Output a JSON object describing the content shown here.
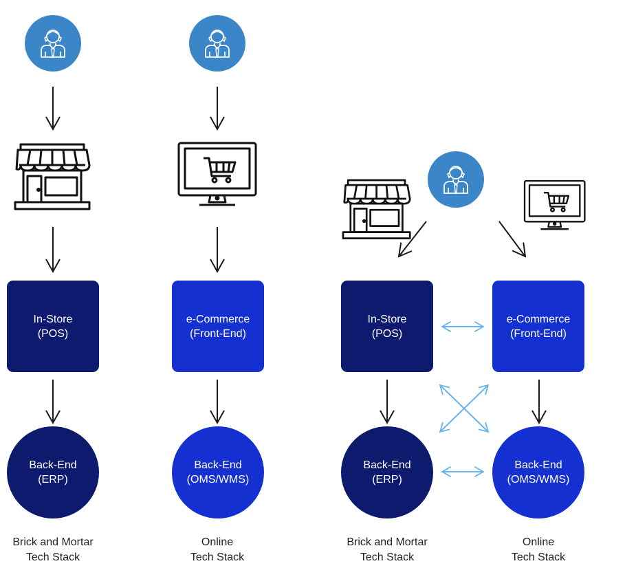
{
  "colors": {
    "user_circle": "#3a86c8",
    "instore_box": "#0d1a6e",
    "ecommerce_box": "#1530d0",
    "erp_circle": "#0d1a6e",
    "oms_circle": "#1530d0",
    "arrow": "#1a1a1a",
    "sync_arrow": "#6ab4ec",
    "caption_text": "#222222"
  },
  "icons": {
    "user": "user-with-tie-icon",
    "store": "storefront-icon",
    "online": "monitor-shopping-cart-icon"
  },
  "left": {
    "brick": {
      "box_line1": "In-Store",
      "box_line2": "(POS)",
      "circle_line1": "Back-End",
      "circle_line2": "(ERP)",
      "caption_line1": "Brick and Mortar",
      "caption_line2": "Tech Stack"
    },
    "online": {
      "box_line1": "e-Commerce",
      "box_line2": "(Front-End)",
      "circle_line1": "Back-End",
      "circle_line2": "(OMS/WMS)",
      "caption_line1": "Online",
      "caption_line2": "Tech Stack"
    }
  },
  "right": {
    "brick": {
      "box_line1": "In-Store",
      "box_line2": "(POS)",
      "circle_line1": "Back-End",
      "circle_line2": "(ERP)",
      "caption_line1": "Brick and Mortar",
      "caption_line2": "Tech Stack"
    },
    "online": {
      "box_line1": "e-Commerce",
      "box_line2": "(Front-End)",
      "circle_line1": "Back-End",
      "circle_line2": "(OMS/WMS)",
      "caption_line1": "Online",
      "caption_line2": "Tech Stack"
    }
  }
}
